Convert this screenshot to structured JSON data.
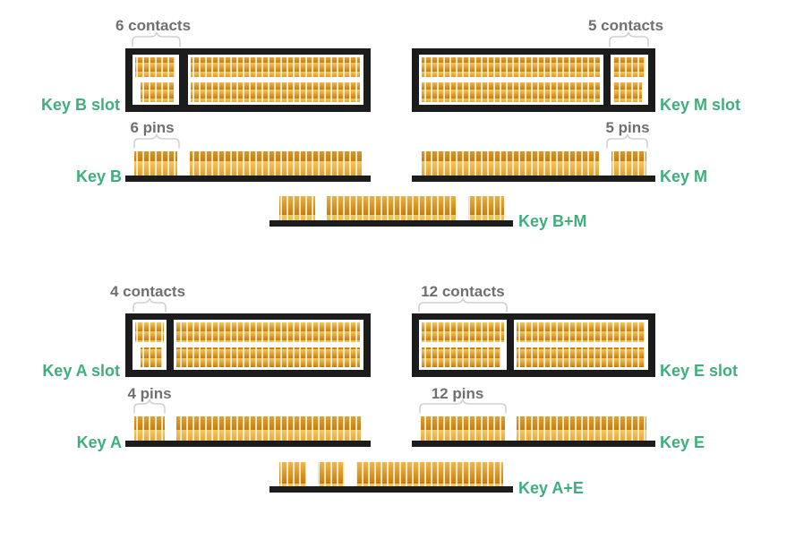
{
  "colors": {
    "label_green": "#3fae7c",
    "contact_gold_light": "#f4c25a",
    "contact_gold_dark": "#c8800e",
    "frame_black": "#1c1c1c",
    "brace_gray": "#cfcfcf",
    "count_text_gray": "#6f6f6f"
  },
  "top": {
    "b_slot": {
      "label": "Key B slot",
      "count": "6 contacts"
    },
    "m_slot": {
      "label": "Key M slot",
      "count": "5 contacts"
    },
    "b_edge": {
      "label": "Key B",
      "count": "6 pins"
    },
    "m_edge": {
      "label": "Key M",
      "count": "5 pins"
    },
    "bm_edge": {
      "label": "Key B+M"
    }
  },
  "bottom": {
    "a_slot": {
      "label": "Key A slot",
      "count": "4 contacts"
    },
    "e_slot": {
      "label": "Key E slot",
      "count": "12 contacts"
    },
    "a_edge": {
      "label": "Key A",
      "count": "4 pins"
    },
    "e_edge": {
      "label": "Key E",
      "count": "12 pins"
    },
    "ae_edge": {
      "label": "Key A+E"
    }
  }
}
